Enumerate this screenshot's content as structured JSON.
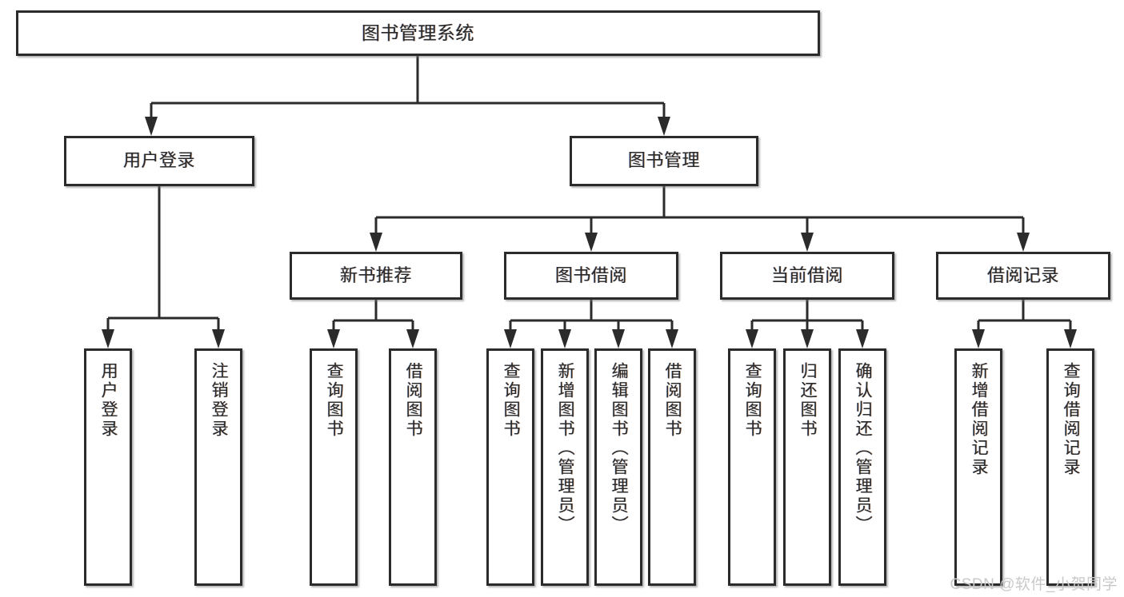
{
  "diagram": {
    "title": "图书管理系统",
    "type": "tree-hierarchy-chart",
    "watermark": "CSDN @软件_小贺同学",
    "colors": {
      "box_border": "#2b2b2b",
      "box_fill": "#ffffff",
      "connector": "#2b2b2b",
      "text": "#2a2a2a",
      "watermark": "#c9c9c9",
      "background": "#ffffff"
    }
  },
  "nodes": {
    "root": {
      "label": "图书管理系统"
    },
    "level2": [
      {
        "id": "user-login",
        "label": "用户登录"
      },
      {
        "id": "book-manage",
        "label": "图书管理"
      }
    ],
    "level3": [
      {
        "id": "new-book-recommend",
        "label": "新书推荐"
      },
      {
        "id": "book-borrow",
        "label": "图书借阅"
      },
      {
        "id": "current-borrow",
        "label": "当前借阅"
      },
      {
        "id": "borrow-record",
        "label": "借阅记录"
      }
    ],
    "leaves": {
      "user_login": [
        {
          "id": "leaf-user-login",
          "label": "用户登录"
        },
        {
          "id": "leaf-logout-login",
          "label": "注销登录"
        }
      ],
      "new_book_recommend": [
        {
          "id": "leaf-query-book-1",
          "label": "查询图书"
        },
        {
          "id": "leaf-borrow-book-1",
          "label": "借阅图书"
        }
      ],
      "book_borrow": [
        {
          "id": "leaf-query-book-2",
          "label": "查询图书"
        },
        {
          "id": "leaf-add-book-admin",
          "label": "新增图书（管理员）"
        },
        {
          "id": "leaf-edit-book-admin",
          "label": "编辑图书（管理员）"
        },
        {
          "id": "leaf-borrow-book-2",
          "label": "借阅图书"
        }
      ],
      "current_borrow": [
        {
          "id": "leaf-query-book-3",
          "label": "查询图书"
        },
        {
          "id": "leaf-return-book",
          "label": "归还图书"
        },
        {
          "id": "leaf-confirm-return-admin",
          "label": "确认归还（管理员）"
        }
      ],
      "borrow_record": [
        {
          "id": "leaf-add-borrow-record",
          "label": "新增借阅记录"
        },
        {
          "id": "leaf-query-borrow-record",
          "label": "查询借阅记录"
        }
      ]
    }
  }
}
